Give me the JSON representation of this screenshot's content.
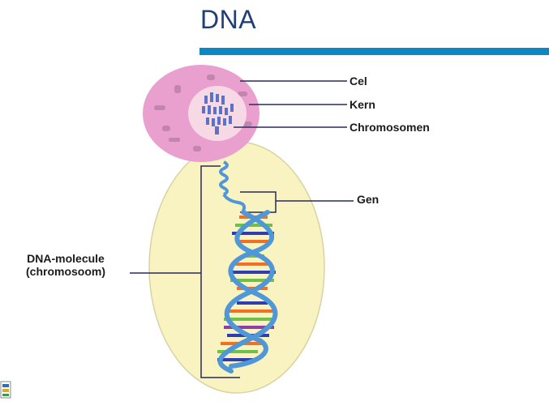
{
  "slide": {
    "title": "DNA"
  },
  "labels": {
    "cel": "Cel",
    "kern": "Kern",
    "chromosomen": "Chromosomen",
    "gen": "Gen",
    "dna_line1": "DNA-molecule",
    "dna_line2": "(chromosoom)"
  },
  "colors": {
    "title": "#1f3f74",
    "title_bar": "#0f86c4",
    "cell": "#e9a0cf",
    "nucleus": "#f7d9e6",
    "zoom_region": "#f8f3c1",
    "helix_backbone": "#4f97d6",
    "leader_lines": "#2a2a5a",
    "base_pairs": [
      "#f36f21",
      "#6fc04b",
      "#2e3db1",
      "#8f3ea8"
    ]
  },
  "icons": {
    "logo": "logo-icon"
  }
}
